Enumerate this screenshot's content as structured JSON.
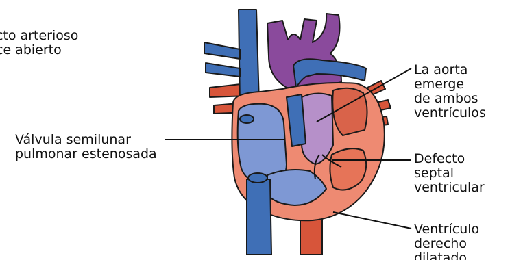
{
  "diagram": {
    "labels": {
      "ductus": [
        "cto arterioso",
        "ce abierto"
      ],
      "pulmonary_valve": [
        "Válvula semilunar",
        "pulmonar estenosada"
      ],
      "aorta": [
        "La aorta",
        "emerge",
        "de ambos",
        "ventrículos"
      ],
      "vsd": [
        "Defecto",
        "septal",
        "ventricular"
      ],
      "right_ventricle": [
        "Ventrículo",
        "derecho",
        "dilatado"
      ]
    },
    "colors": {
      "venous_blue": "#3f6fb6",
      "venous_blue_light": "#7e98d4",
      "arterial_red": "#d7553a",
      "purple": "#8a4a9c",
      "purple_light": "#b690c9",
      "heart_salmon": "#ee8a72",
      "outline": "#1a1a1a"
    }
  }
}
